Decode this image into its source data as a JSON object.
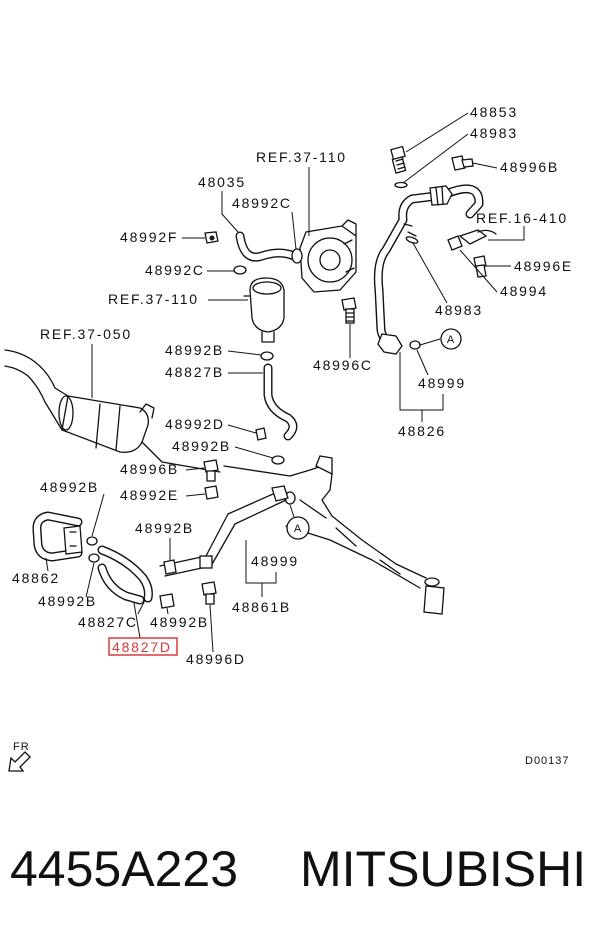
{
  "labels": [
    {
      "text": "48853"
    },
    {
      "text": "48983"
    },
    {
      "text": "48996B"
    },
    {
      "text": "REF.37-110"
    },
    {
      "text": "48035"
    },
    {
      "text": "48992C"
    },
    {
      "text": "REF.16-410"
    },
    {
      "text": "48992F"
    },
    {
      "text": "48996E"
    },
    {
      "text": "48992C"
    },
    {
      "text": "48994"
    },
    {
      "text": "REF.37-110"
    },
    {
      "text": "48983"
    },
    {
      "text": "REF.37-050"
    },
    {
      "text": "48992B"
    },
    {
      "text": "48996C"
    },
    {
      "text": "48827B"
    },
    {
      "text": "48999"
    },
    {
      "text": "48992D"
    },
    {
      "text": "48826"
    },
    {
      "text": "48992B"
    },
    {
      "text": "48996B"
    },
    {
      "text": "48992B"
    },
    {
      "text": "48992E"
    },
    {
      "text": "48992B"
    },
    {
      "text": "48999"
    },
    {
      "text": "48862"
    },
    {
      "text": "48992B"
    },
    {
      "text": "48861B"
    },
    {
      "text": "48827C"
    },
    {
      "text": "48992B"
    },
    {
      "text": "48827D",
      "highlighted": true
    },
    {
      "text": "48996D"
    }
  ],
  "callouts": [
    "A",
    "A"
  ],
  "direction_marker": "FR",
  "diagram_code": "D00137",
  "footer": {
    "part_number": "4455A223",
    "brand": "MITSUBISHI"
  },
  "colors": {
    "line": "#111111",
    "background": "#ffffff",
    "highlight": "#d93a3a"
  },
  "icons": [
    "forward-direction-arrow-icon"
  ]
}
